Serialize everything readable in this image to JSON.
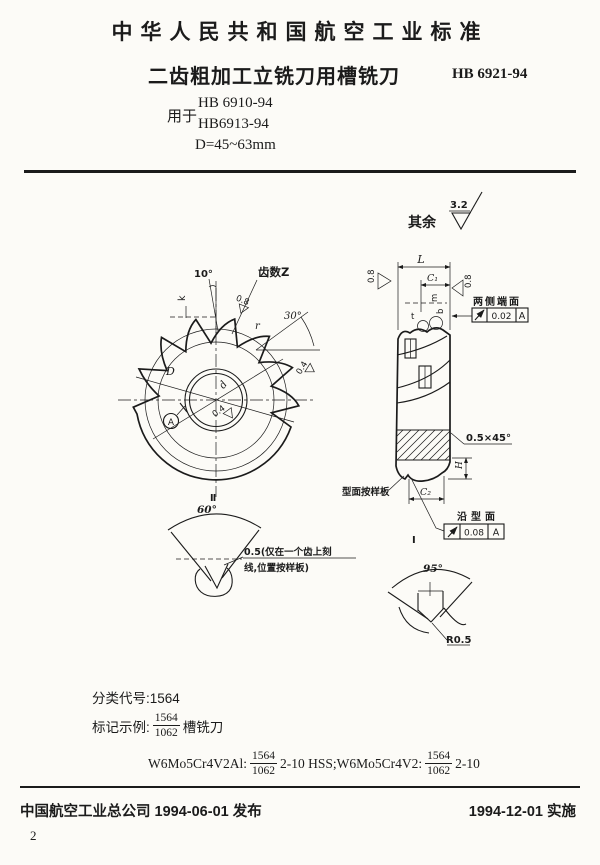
{
  "page": {
    "number": "2"
  },
  "header": {
    "standard_name": "中华人民共和国航空工业标准",
    "title": "二齿粗加工立铣刀用槽铣刀",
    "code": "HB 6921-94",
    "scope_prefix": "用于",
    "scope_lines": [
      "HB 6910-94",
      "HB6913-94"
    ],
    "diameter_range": "D=45~63mm"
  },
  "drawing": {
    "general_finish_label": "其余",
    "general_finish_value": "3.2",
    "front_view": {
      "rake_angle": "10°",
      "teeth_count_label": "齿数Z",
      "finish_back": "0.8",
      "tooth_angle": "30°",
      "radius_label": "r",
      "land_label": "k",
      "finish_tooth": "0.4",
      "outer_diameter_label": "D",
      "bore_diameter_label": "d",
      "finish_bore": "0.4",
      "datum_label": "A"
    },
    "detail_ii": {
      "marker": "Ⅱ",
      "angle": "60°",
      "note_line1": "0.5(仅在一个齿上刻",
      "note_line2": "线,位置按样板)"
    },
    "side_view": {
      "width_label": "L",
      "c1_label": "C₁",
      "finish_left": "0.8",
      "finish_right": "0.8",
      "t_label": "t",
      "m_label": "m",
      "b_label": "b",
      "end_faces_note": "两侧端面",
      "runout1_value": "0.02",
      "runout1_datum": "A",
      "chamfer_label": "0.5×45°",
      "depth_label": "H",
      "c2_label": "C₂",
      "template_note": "型面按样板",
      "section_marker": "I",
      "profile_note": "沿型面",
      "runout2_value": "0.08",
      "runout2_datum": "A"
    },
    "detail_i": {
      "angle": "95°",
      "radius_label": "R0.5"
    }
  },
  "footer": {
    "class_code_label": "分类代号:",
    "class_code_value": "1564",
    "marking_label": "标记示例:",
    "marking_fraction_num": "1564",
    "marking_fraction_den": "1062",
    "marking_suffix": "槽铣刀",
    "formula_part1": "W6Mo5Cr4V2Al:",
    "formula_frac1_num": "1564",
    "formula_frac1_den": "1062",
    "formula_part2": "2-10 HSS;W6Mo5Cr4V2:",
    "formula_frac2_num": "1564",
    "formula_frac2_den": "1062",
    "formula_part3": "2-10",
    "publisher": "中国航空工业总公司 1994-06-01 发布",
    "implementation": "1994-12-01 实施"
  }
}
